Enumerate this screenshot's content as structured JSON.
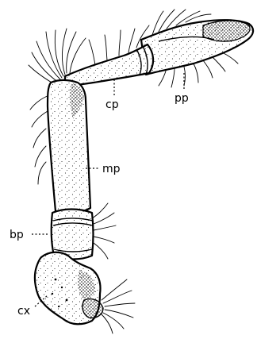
{
  "labels": {
    "cp": "cp",
    "pp": "pp",
    "mp": "mp",
    "bp": "bp",
    "cx": "cx"
  }
}
